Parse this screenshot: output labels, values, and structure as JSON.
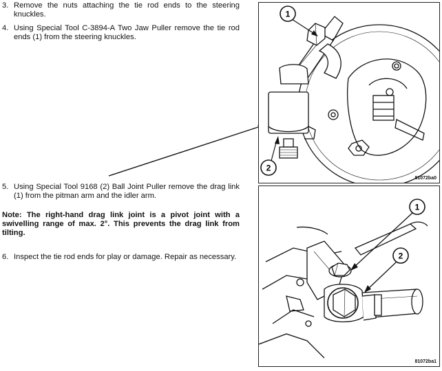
{
  "steps": [
    {
      "num": "3.",
      "text": "Remove the nuts attaching the tie rod ends to the steering knuckles."
    },
    {
      "num": "4.",
      "text": "Using Special Tool C-3894-A      Two Jaw Puller remove the tie rod ends (1) from the steering knuckles."
    },
    {
      "num": "5.",
      "text": "Using Special Tool 9168 (2) Ball Joint Puller remove the drag link (1) from the pitman arm and the idler arm."
    },
    {
      "num": "6.",
      "text": "Inspect the tie rod ends for play or damage. Repair as necessary."
    }
  ],
  "note": "Note: The right-hand drag link joint is a pivot joint with a swivelling range of max. 2°. This prevents the drag link from tilting.",
  "figure_top": {
    "id": "81072ba0",
    "callouts": [
      "1",
      "2"
    ]
  },
  "figure_bottom": {
    "id": "81072ba1",
    "callouts": [
      "1",
      "2"
    ]
  }
}
